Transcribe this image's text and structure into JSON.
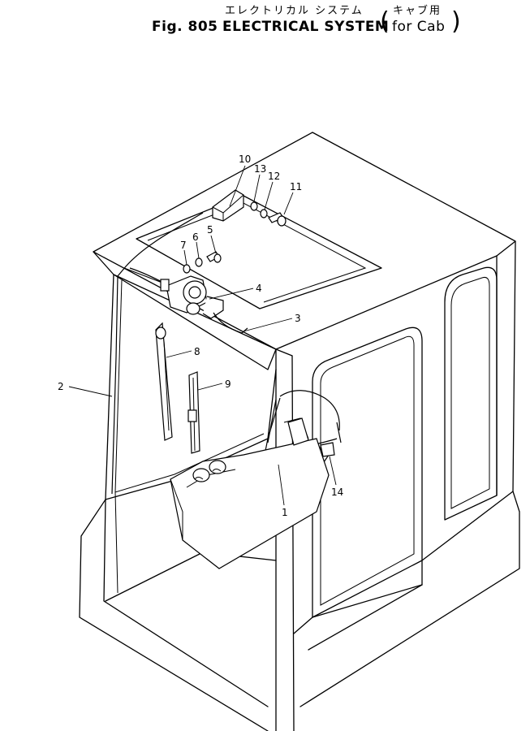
{
  "title": {
    "japanese_main": "エレクトリカル システム",
    "japanese_sub": "キャブ用",
    "figure_number": "Fig. 805",
    "english_main": "ELECTRICAL SYSTEM",
    "english_sub": "for Cab"
  },
  "callouts": [
    {
      "id": "10",
      "label": "10"
    },
    {
      "id": "13",
      "label": "13"
    },
    {
      "id": "12",
      "label": "12"
    },
    {
      "id": "11",
      "label": "11"
    },
    {
      "id": "7",
      "label": "7"
    },
    {
      "id": "6",
      "label": "6"
    },
    {
      "id": "5",
      "label": "5"
    },
    {
      "id": "4",
      "label": "4"
    },
    {
      "id": "3",
      "label": "3"
    },
    {
      "id": "8",
      "label": "8"
    },
    {
      "id": "9",
      "label": "9"
    },
    {
      "id": "2",
      "label": "2"
    },
    {
      "id": "1",
      "label": "1"
    },
    {
      "id": "14",
      "label": "14"
    }
  ]
}
